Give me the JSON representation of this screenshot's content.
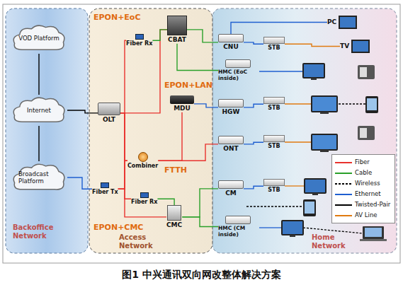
{
  "diagram": {
    "caption": "图1 中兴通讯双向网改整体解决方案",
    "nodes": [
      {
        "text": [
          "Backoffice Network"
        ]
      },
      {
        "text": [
          "Access Network"
        ]
      },
      {
        "text": [
          "Home Network"
        ]
      },
      {
        "text": [
          "VOD Platform"
        ],
        "in": 0
      },
      {
        "text": [
          "Internet"
        ],
        "in": 0
      },
      {
        "text": [
          "Broadcast Platform"
        ],
        "in": 0
      },
      {
        "text": [
          "OLT"
        ],
        "in": 1
      },
      {
        "text": [
          "Fiber Rx"
        ],
        "in": 1
      },
      {
        "text": [
          "CBAT"
        ],
        "in": 1
      },
      {
        "text": [
          "Combiner"
        ],
        "in": 1
      },
      {
        "text": [
          "MDU"
        ],
        "in": 1
      },
      {
        "text": [
          "Fiber Tx"
        ],
        "in": 1
      },
      {
        "text": [
          "Fiber Rx"
        ],
        "in": 1
      },
      {
        "text": [
          "CMC"
        ],
        "in": 1
      },
      {
        "text": [
          "CNU"
        ],
        "in": 2
      },
      {
        "text": [
          "HMC (EoC inside)"
        ],
        "in": 2
      },
      {
        "text": [
          "HGW"
        ],
        "in": 2
      },
      {
        "text": [
          "ONT"
        ],
        "in": 2
      },
      {
        "text": [
          "CM"
        ],
        "in": 2
      },
      {
        "text": [
          "HMC (CM inside)"
        ],
        "in": 2
      },
      {
        "text": [
          "STB"
        ],
        "in": 2
      },
      {
        "text": [
          "STB"
        ],
        "in": 2
      },
      {
        "text": [
          "STB"
        ],
        "in": 2
      },
      {
        "text": [
          "STB"
        ],
        "in": 2
      },
      {
        "text": [
          "PC"
        ],
        "in": 2
      },
      {
        "text": [
          "TV"
        ],
        "in": 2
      }
    ],
    "edges": [
      {
        "from": 3,
        "to": 4,
        "arrow": "none"
      },
      {
        "from": 4,
        "to": 5,
        "arrow": "none"
      },
      {
        "from": 4,
        "to": 6,
        "arrow": "none"
      },
      {
        "from": 5,
        "to": 11,
        "arrow": "none"
      },
      {
        "from": 11,
        "to": 9,
        "arrow": "none"
      },
      {
        "from": 11,
        "to": 7,
        "arrow": "none"
      },
      {
        "from": 11,
        "to": 12,
        "arrow": "none"
      },
      {
        "from": 6,
        "to": 9,
        "arrow": "none"
      },
      {
        "from": 6,
        "to": 8,
        "arrow": "none"
      },
      {
        "from": 7,
        "to": 8,
        "arrow": "none"
      },
      {
        "from": 9,
        "to": 10,
        "arrow": "none"
      },
      {
        "from": 9,
        "to": 17,
        "arrow": "none"
      },
      {
        "from": 6,
        "to": 13,
        "arrow": "none"
      },
      {
        "from": 12,
        "to": 13,
        "arrow": "none"
      },
      {
        "from": 8,
        "to": 14,
        "arrow": "none"
      },
      {
        "from": 8,
        "to": 15,
        "arrow": "none"
      },
      {
        "from": 10,
        "to": 16,
        "arrow": "none"
      },
      {
        "from": 13,
        "to": 18,
        "arrow": "none"
      },
      {
        "from": 13,
        "to": 19,
        "arrow": "none"
      },
      {
        "from": 14,
        "to": 20,
        "arrow": "none"
      },
      {
        "from": 20,
        "to": 25,
        "arrow": "none"
      },
      {
        "from": 14,
        "to": 24,
        "arrow": "none"
      },
      {
        "from": 16,
        "to": 21,
        "arrow": "none"
      },
      {
        "from": 17,
        "to": 22,
        "arrow": "none"
      },
      {
        "from": 18,
        "to": 23,
        "arrow": "none"
      }
    ],
    "labels": [
      "EPON+EoC",
      "EPON+LAN",
      "FTTH",
      "EPON+CMC"
    ],
    "legend": [
      {
        "text": "Fiber"
      },
      {
        "text": "Cable"
      },
      {
        "text": "Wireless"
      },
      {
        "text": "Ethernet"
      },
      {
        "text": "Twisted-Pair"
      },
      {
        "text": "AV Line"
      }
    ]
  }
}
